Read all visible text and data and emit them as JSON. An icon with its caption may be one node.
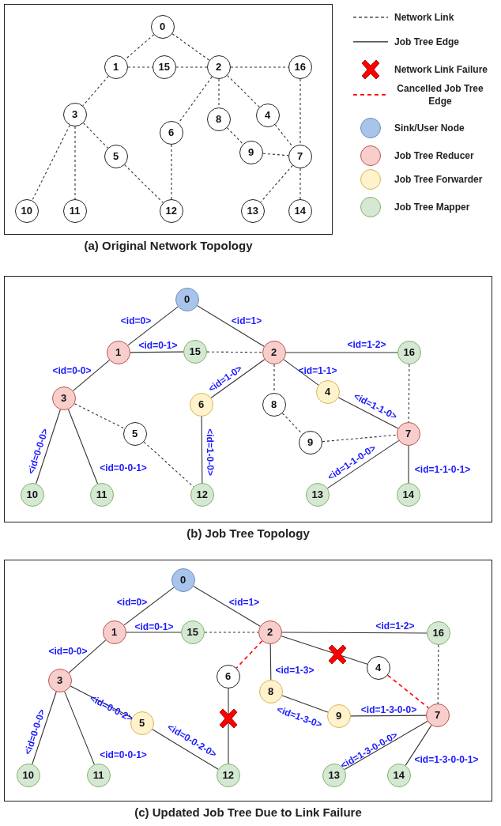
{
  "diagram": {
    "nodes": [
      {
        "text": [
          "(a) Original Network Topology"
        ]
      },
      {
        "text": [
          "0"
        ],
        "in": 0
      },
      {
        "text": [
          "1"
        ],
        "in": 0
      },
      {
        "text": [
          "15"
        ],
        "in": 0
      },
      {
        "text": [
          "2"
        ],
        "in": 0
      },
      {
        "text": [
          "16"
        ],
        "in": 0
      },
      {
        "text": [
          "3"
        ],
        "in": 0
      },
      {
        "text": [
          "6"
        ],
        "in": 0
      },
      {
        "text": [
          "8"
        ],
        "in": 0
      },
      {
        "text": [
          "4"
        ],
        "in": 0
      },
      {
        "text": [
          "5"
        ],
        "in": 0
      },
      {
        "text": [
          "9"
        ],
        "in": 0
      },
      {
        "text": [
          "7"
        ],
        "in": 0
      },
      {
        "text": [
          "10"
        ],
        "in": 0
      },
      {
        "text": [
          "11"
        ],
        "in": 0
      },
      {
        "text": [
          "12"
        ],
        "in": 0
      },
      {
        "text": [
          "13"
        ],
        "in": 0
      },
      {
        "text": [
          "14"
        ],
        "in": 0
      },
      {
        "text": [
          "(b) Job Tree Topology"
        ]
      },
      {
        "text": [
          "0"
        ],
        "in": 18
      },
      {
        "text": [
          "1"
        ],
        "in": 18
      },
      {
        "text": [
          "15"
        ],
        "in": 18
      },
      {
        "text": [
          "2"
        ],
        "in": 18
      },
      {
        "text": [
          "16"
        ],
        "in": 18
      },
      {
        "text": [
          "3"
        ],
        "in": 18
      },
      {
        "text": [
          "6"
        ],
        "in": 18
      },
      {
        "text": [
          "8"
        ],
        "in": 18
      },
      {
        "text": [
          "4"
        ],
        "in": 18
      },
      {
        "text": [
          "5"
        ],
        "in": 18
      },
      {
        "text": [
          "9"
        ],
        "in": 18
      },
      {
        "text": [
          "7"
        ],
        "in": 18
      },
      {
        "text": [
          "10"
        ],
        "in": 18
      },
      {
        "text": [
          "11"
        ],
        "in": 18
      },
      {
        "text": [
          "12"
        ],
        "in": 18
      },
      {
        "text": [
          "13"
        ],
        "in": 18
      },
      {
        "text": [
          "14"
        ],
        "in": 18
      },
      {
        "text": [
          "(c) Updated Job Tree Due to Link Failure"
        ]
      },
      {
        "text": [
          "0"
        ],
        "in": 36
      },
      {
        "text": [
          "1"
        ],
        "in": 36
      },
      {
        "text": [
          "15"
        ],
        "in": 36
      },
      {
        "text": [
          "2"
        ],
        "in": 36
      },
      {
        "text": [
          "16"
        ],
        "in": 36
      },
      {
        "text": [
          "3"
        ],
        "in": 36
      },
      {
        "text": [
          "6"
        ],
        "in": 36
      },
      {
        "text": [
          "8"
        ],
        "in": 36
      },
      {
        "text": [
          "4"
        ],
        "in": 36
      },
      {
        "text": [
          "5"
        ],
        "in": 36
      },
      {
        "text": [
          "9"
        ],
        "in": 36
      },
      {
        "text": [
          "7"
        ],
        "in": 36
      },
      {
        "text": [
          "10"
        ],
        "in": 36
      },
      {
        "text": [
          "11"
        ],
        "in": 36
      },
      {
        "text": [
          "12"
        ],
        "in": 36
      },
      {
        "text": [
          "13"
        ],
        "in": 36
      },
      {
        "text": [
          "14"
        ],
        "in": 36
      }
    ],
    "edges": [
      {
        "from": 1,
        "to": 2,
        "arrow": "none",
        "style": "dashed"
      },
      {
        "from": 1,
        "to": 4,
        "arrow": "none",
        "style": "dashed"
      },
      {
        "from": 2,
        "to": 3,
        "arrow": "none",
        "style": "dashed"
      },
      {
        "from": 3,
        "to": 4,
        "arrow": "none",
        "style": "dashed"
      },
      {
        "from": 4,
        "to": 5,
        "arrow": "none",
        "style": "dashed"
      },
      {
        "from": 2,
        "to": 6,
        "arrow": "none",
        "style": "dashed"
      },
      {
        "from": 4,
        "to": 7,
        "arrow": "none",
        "style": "dashed"
      },
      {
        "from": 4,
        "to": 8,
        "arrow": "none",
        "style": "dashed"
      },
      {
        "from": 4,
        "to": 9,
        "arrow": "none",
        "style": "dashed"
      },
      {
        "from": 5,
        "to": 12,
        "arrow": "none",
        "style": "dashed"
      },
      {
        "from": 9,
        "to": 12,
        "arrow": "none",
        "style": "dashed"
      },
      {
        "from": 8,
        "to": 11,
        "arrow": "none",
        "style": "dashed"
      },
      {
        "from": 11,
        "to": 12,
        "arrow": "none",
        "style": "dashed"
      },
      {
        "from": 6,
        "to": 10,
        "arrow": "none",
        "style": "dashed"
      },
      {
        "from": 6,
        "to": 13,
        "arrow": "none",
        "style": "dashed"
      },
      {
        "from": 6,
        "to": 14,
        "arrow": "none",
        "style": "dashed"
      },
      {
        "from": 10,
        "to": 15,
        "arrow": "none",
        "style": "dashed"
      },
      {
        "from": 7,
        "to": 15,
        "arrow": "none",
        "style": "dashed"
      },
      {
        "from": 12,
        "to": 16,
        "arrow": "none",
        "style": "dashed"
      },
      {
        "from": 12,
        "to": 17,
        "arrow": "none",
        "style": "dashed"
      },
      {
        "from": 19,
        "to": 20,
        "arrow": "none",
        "label": "<id=0>"
      },
      {
        "from": 19,
        "to": 22,
        "arrow": "none",
        "label": "<id=1>"
      },
      {
        "from": 20,
        "to": 21,
        "arrow": "none",
        "label": "<id=0-1>"
      },
      {
        "from": 21,
        "to": 22,
        "arrow": "none",
        "style": "dashed"
      },
      {
        "from": 22,
        "to": 23,
        "arrow": "none",
        "label": "<id=1-2>"
      },
      {
        "from": 20,
        "to": 24,
        "arrow": "none",
        "label": "<id=0-0>"
      },
      {
        "from": 22,
        "to": 25,
        "arrow": "none",
        "label": "<id=1-0>"
      },
      {
        "from": 22,
        "to": 26,
        "arrow": "none",
        "style": "dashed"
      },
      {
        "from": 22,
        "to": 27,
        "arrow": "none",
        "label": "<id=1-1>"
      },
      {
        "from": 27,
        "to": 30,
        "arrow": "none",
        "label": "<id=1-1-0>"
      },
      {
        "from": 23,
        "to": 30,
        "arrow": "none",
        "style": "dashed"
      },
      {
        "from": 26,
        "to": 29,
        "arrow": "none",
        "style": "dashed"
      },
      {
        "from": 29,
        "to": 30,
        "arrow": "none",
        "style": "dashed"
      },
      {
        "from": 24,
        "to": 28,
        "arrow": "none",
        "style": "dashed"
      },
      {
        "from": 24,
        "to": 31,
        "arrow": "none",
        "label": "<id=0-0-0>"
      },
      {
        "from": 24,
        "to": 32,
        "arrow": "none",
        "label": "<id=0-0-1>"
      },
      {
        "from": 28,
        "to": 33,
        "arrow": "none",
        "style": "dashed"
      },
      {
        "from": 25,
        "to": 33,
        "arrow": "none",
        "label": "<id=1-0-0>"
      },
      {
        "from": 30,
        "to": 34,
        "arrow": "none",
        "label": "<id=1-1-0-0>"
      },
      {
        "from": 30,
        "to": 35,
        "arrow": "none",
        "label": "<id=1-1-0-1>"
      },
      {
        "from": 37,
        "to": 38,
        "arrow": "none",
        "label": "<id=0>"
      },
      {
        "from": 37,
        "to": 40,
        "arrow": "none",
        "label": "<id=1>"
      },
      {
        "from": 38,
        "to": 39,
        "arrow": "none",
        "label": "<id=0-1>"
      },
      {
        "from": 39,
        "to": 40,
        "arrow": "none",
        "style": "dashed"
      },
      {
        "from": 40,
        "to": 41,
        "arrow": "none",
        "label": "<id=1-2>"
      },
      {
        "from": 38,
        "to": 42,
        "arrow": "none",
        "label": "<id=0-0>"
      },
      {
        "from": 40,
        "to": 43,
        "arrow": "none",
        "style": "dashed",
        "color": "#ff0000"
      },
      {
        "from": 40,
        "to": 45,
        "arrow": "none"
      },
      {
        "from": 40,
        "to": 44,
        "arrow": "none",
        "label": "<id=1-3>"
      },
      {
        "from": 45,
        "to": 48,
        "arrow": "none",
        "style": "dashed",
        "color": "#ff0000"
      },
      {
        "from": 41,
        "to": 48,
        "arrow": "none",
        "style": "dashed"
      },
      {
        "from": 43,
        "to": 51,
        "arrow": "none"
      },
      {
        "from": 44,
        "to": 47,
        "arrow": "none",
        "label": "<id=1-3-0>"
      },
      {
        "from": 47,
        "to": 48,
        "arrow": "none",
        "label": "<id=1-3-0-0>"
      },
      {
        "from": 42,
        "to": 46,
        "arrow": "none",
        "label": "<id=0-0-2>"
      },
      {
        "from": 46,
        "to": 51,
        "arrow": "none",
        "label": "<id=0-0-2-0>"
      },
      {
        "from": 42,
        "to": 49,
        "arrow": "none",
        "label": "<id=0-0-0>"
      },
      {
        "from": 42,
        "to": 50,
        "arrow": "none",
        "label": "<id=0-0-1>"
      },
      {
        "from": 48,
        "to": 52,
        "arrow": "none",
        "label": "<id=1-3-0-0-0>"
      },
      {
        "from": 48,
        "to": 53,
        "arrow": "none",
        "label": "<id=1-3-0-0-1>"
      }
    ],
    "legend": [
      {
        "text": "Network Link"
      },
      {
        "text": "Job Tree Edge"
      },
      {
        "text": "Network Link Failure"
      },
      {
        "text": "Cancelled Job Tree Edge"
      },
      {
        "text": "Sink/User Node",
        "color": "#a9c4eb"
      },
      {
        "text": "Job Tree Reducer",
        "color": "#f8cecc"
      },
      {
        "text": "Job Tree Forwarder",
        "color": "#fff2cc"
      },
      {
        "text": "Job Tree Mapper",
        "color": "#d5e8d4"
      }
    ]
  }
}
